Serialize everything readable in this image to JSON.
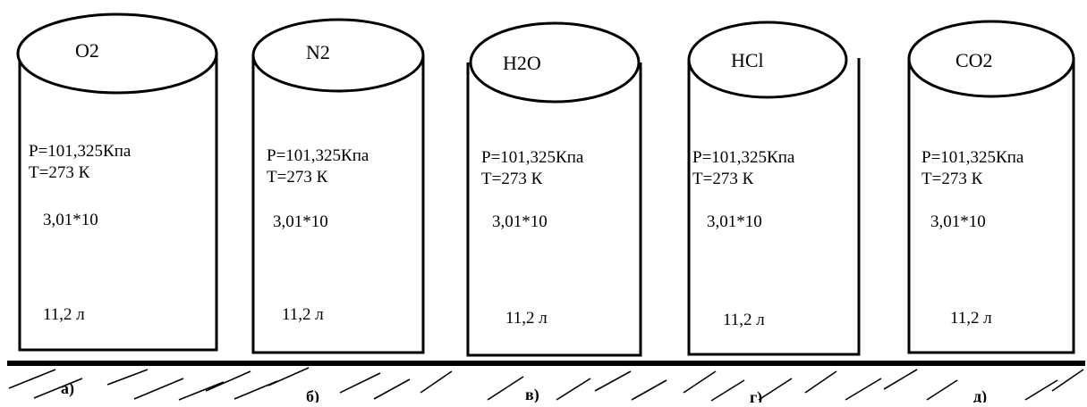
{
  "cylinders": [
    {
      "formula": "O2",
      "pressure": "P=101,325Кпа",
      "temperature": "T=273 К",
      "molecules": "3,01*10",
      "volume": "11,2 л",
      "label": "а)"
    },
    {
      "formula": "N2",
      "pressure": "P=101,325Кпа",
      "temperature": "T=273 К",
      "molecules": "3,01*10",
      "volume": "11,2 л",
      "label": "б)"
    },
    {
      "formula": "H2O",
      "pressure": "P=101,325Кпа",
      "temperature": "T=273 К",
      "molecules": "3,01*10",
      "volume": "11,2 л",
      "label": "в)"
    },
    {
      "formula": "HCl",
      "pressure": "P=101,325Кпа",
      "temperature": "T=273 К",
      "molecules": "3,01*10",
      "volume": "11,2 л",
      "label": "г)"
    },
    {
      "formula": "CO2",
      "pressure": "P=101,325Кпа",
      "temperature": "T=273 К",
      "molecules": "3,01*10",
      "volume": "11,2 л",
      "label": "д)"
    }
  ]
}
